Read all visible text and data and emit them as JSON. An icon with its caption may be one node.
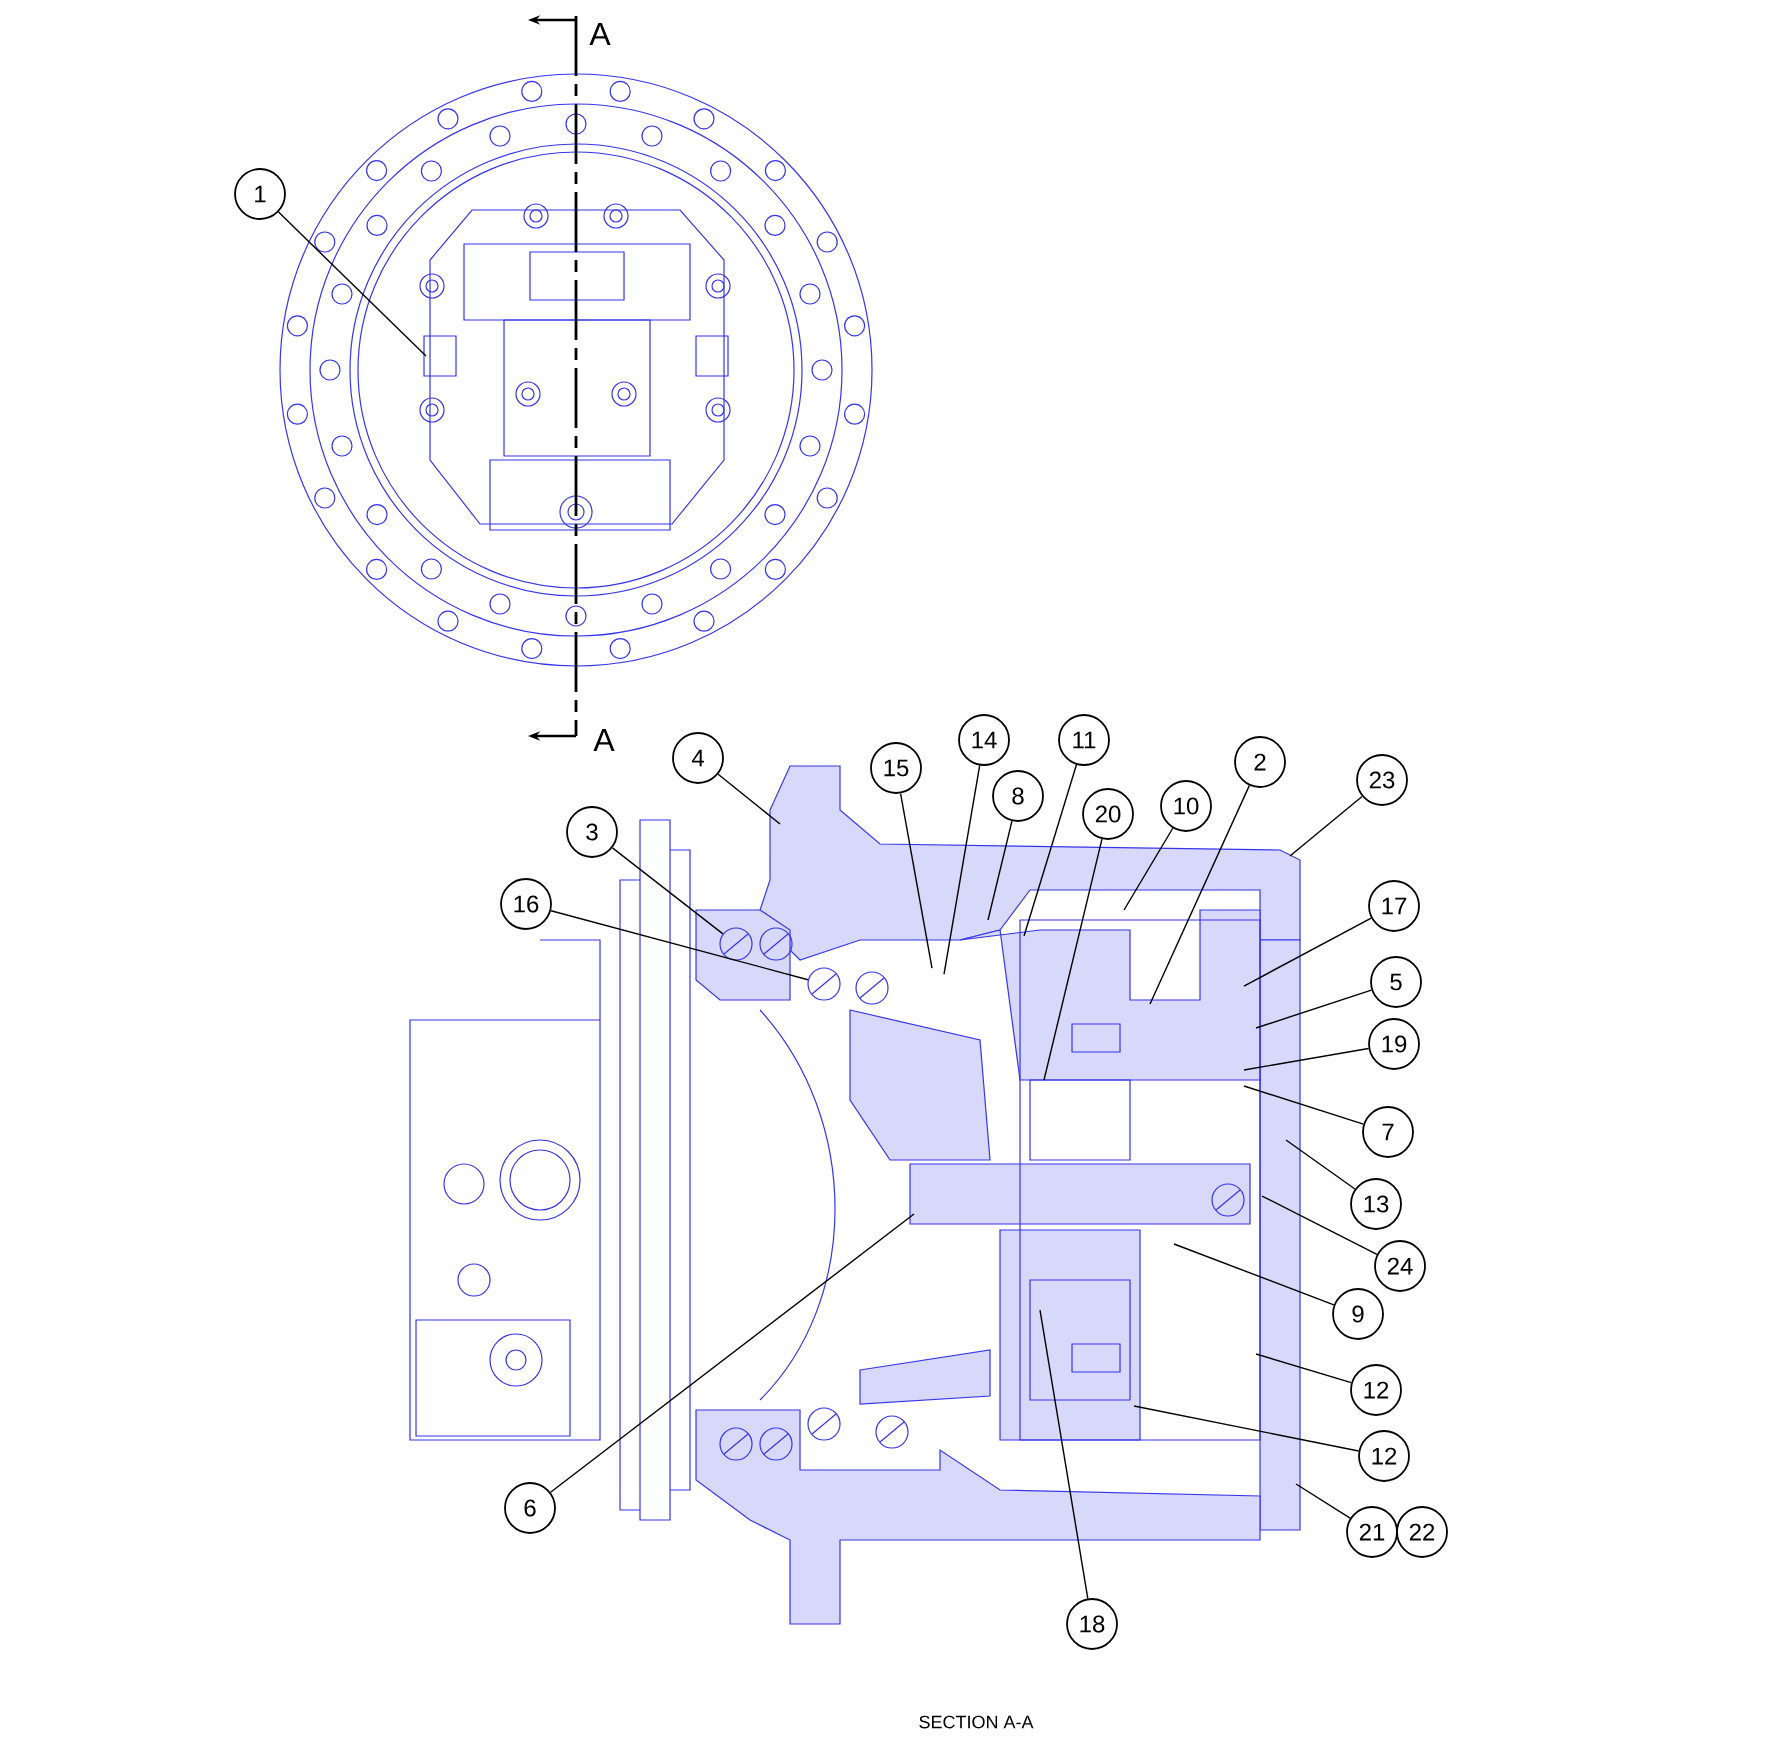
{
  "diagram": {
    "caption": "SECTION A-A",
    "nodes": [
      {
        "text": [
          "1"
        ]
      },
      {
        "text": [
          "4"
        ]
      },
      {
        "text": [
          "15"
        ]
      },
      {
        "text": [
          "14"
        ]
      },
      {
        "text": [
          "11"
        ]
      },
      {
        "text": [
          "2"
        ]
      },
      {
        "text": [
          "23"
        ]
      },
      {
        "text": [
          "8"
        ]
      },
      {
        "text": [
          "20"
        ]
      },
      {
        "text": [
          "10"
        ]
      },
      {
        "text": [
          "3"
        ]
      },
      {
        "text": [
          "16"
        ]
      },
      {
        "text": [
          "17"
        ]
      },
      {
        "text": [
          "5"
        ]
      },
      {
        "text": [
          "19"
        ]
      },
      {
        "text": [
          "7"
        ]
      },
      {
        "text": [
          "13"
        ]
      },
      {
        "text": [
          "24"
        ]
      },
      {
        "text": [
          "9"
        ]
      },
      {
        "text": [
          "12"
        ]
      },
      {
        "text": [
          "12"
        ]
      },
      {
        "text": [
          "6"
        ]
      },
      {
        "text": [
          "21"
        ]
      },
      {
        "text": [
          "22"
        ]
      },
      {
        "text": [
          "18"
        ]
      },
      {
        "text": [],
        "shape": "circle"
      },
      {
        "text": [],
        "shape": "circle"
      }
    ],
    "edges": [
      {
        "from": 0,
        "to": null,
        "arrow": "none"
      },
      {
        "from": 1,
        "to": null,
        "arrow": "none"
      },
      {
        "from": 2,
        "to": null,
        "arrow": "none"
      },
      {
        "from": 3,
        "to": null,
        "arrow": "none"
      },
      {
        "from": 4,
        "to": null,
        "arrow": "none"
      },
      {
        "from": 5,
        "to": null,
        "arrow": "none"
      },
      {
        "from": 6,
        "to": null,
        "arrow": "none"
      },
      {
        "from": 7,
        "to": null,
        "arrow": "none"
      },
      {
        "from": 8,
        "to": null,
        "arrow": "none"
      },
      {
        "from": 9,
        "to": null,
        "arrow": "none"
      },
      {
        "from": 10,
        "to": 25,
        "arrow": "none"
      },
      {
        "from": 11,
        "to": 26,
        "arrow": "none"
      },
      {
        "from": 12,
        "to": null,
        "arrow": "none"
      },
      {
        "from": 13,
        "to": null,
        "arrow": "none"
      },
      {
        "from": 14,
        "to": null,
        "arrow": "none"
      },
      {
        "from": 15,
        "to": null,
        "arrow": "none"
      },
      {
        "from": 16,
        "to": null,
        "arrow": "none"
      },
      {
        "from": 17,
        "to": null,
        "arrow": "none"
      },
      {
        "from": 18,
        "to": null,
        "arrow": "none"
      },
      {
        "from": 19,
        "to": null,
        "arrow": "none"
      },
      {
        "from": 20,
        "to": null,
        "arrow": "none"
      },
      {
        "from": 21,
        "to": null,
        "arrow": "none"
      },
      {
        "from": 22,
        "to": null,
        "arrow": "none"
      },
      {
        "from": 24,
        "to": null,
        "arrow": "none"
      }
    ],
    "labels": [
      "A",
      "A"
    ]
  }
}
